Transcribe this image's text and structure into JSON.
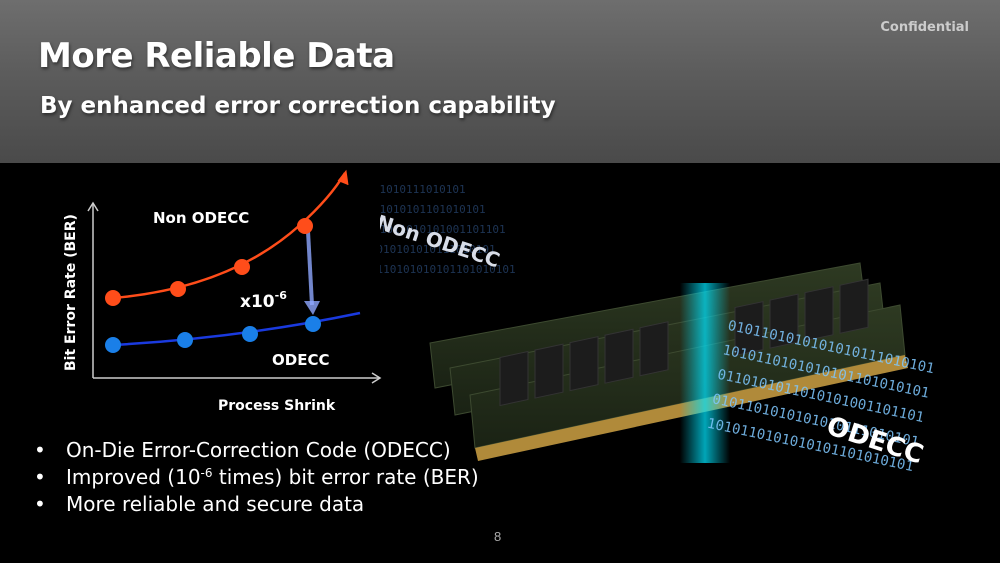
{
  "header": {
    "title": "More Reliable Data",
    "subtitle": "By enhanced error correction capability",
    "confidential": "Confidential"
  },
  "chart_data": {
    "type": "line",
    "xlabel": "Process Shrink",
    "ylabel": "Bit Error Rate (BER)",
    "series": [
      {
        "name": "Non ODECC",
        "color": "#ff4d1a"
      },
      {
        "name": "ODECC",
        "color": "#1a7fe8"
      }
    ],
    "annotation_prefix": "x10",
    "annotation_exp": "-6"
  },
  "bullets": [
    {
      "pre": "On-Die Error-Correction Code (ODECC)",
      "sup": "",
      "post": ""
    },
    {
      "pre": "Improved (10",
      "sup": "-6",
      "post": " times) bit error rate (BER)"
    },
    {
      "pre": "More reliable and secure data",
      "sup": "",
      "post": ""
    }
  ],
  "art": {
    "label_top": "Non ODECC",
    "label_bottom": "ODECC",
    "binary_a": "0101101010101010111010101",
    "binary_b": "1010110101010101101010101",
    "binary_c": "0110101011010101001101101"
  },
  "page_number": "8"
}
